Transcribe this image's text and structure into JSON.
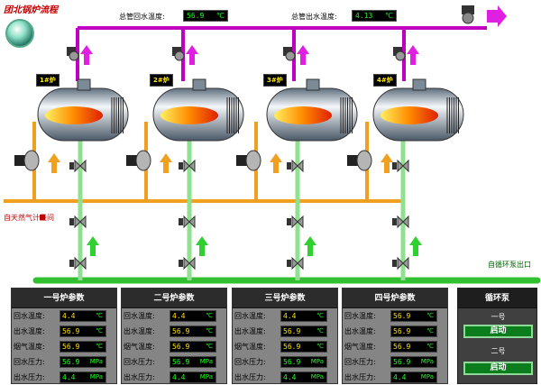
{
  "header": {
    "title": "团北锅炉流程"
  },
  "flow_readouts": [
    {
      "label": "总管回水温度:",
      "value": "56.9",
      "unit": "℃"
    },
    {
      "label": "总管出水温度:",
      "value": "4.13",
      "unit": "℃"
    }
  ],
  "boilers": [
    {
      "tag": "1#炉"
    },
    {
      "tag": "2#炉"
    },
    {
      "tag": "3#炉"
    },
    {
      "tag": "4#炉"
    }
  ],
  "side_labels": {
    "gas_line": "自天然气计量间",
    "circ_pump_out": "自循环泵出口"
  },
  "panels": [
    {
      "title": "一号炉参数",
      "rows": [
        {
          "label": "回水温度:",
          "value": "4.4",
          "unit": "℃",
          "color": "#ffe000"
        },
        {
          "label": "出水温度:",
          "value": "56.9",
          "unit": "℃",
          "color": "#ffe000"
        },
        {
          "label": "烟气温度:",
          "value": "56.9",
          "unit": "℃",
          "color": "#ffe000"
        },
        {
          "label": "回水压力:",
          "value": "56.9",
          "unit": "MPa",
          "color": "#20ff20"
        },
        {
          "label": "出水压力:",
          "value": "4.4",
          "unit": "MPa",
          "color": "#20ff20"
        }
      ]
    },
    {
      "title": "二号炉参数",
      "rows": [
        {
          "label": "回水温度:",
          "value": "4.4",
          "unit": "℃",
          "color": "#ffe000"
        },
        {
          "label": "出水温度:",
          "value": "56.9",
          "unit": "℃",
          "color": "#ffe000"
        },
        {
          "label": "烟气温度:",
          "value": "56.9",
          "unit": "℃",
          "color": "#ffe000"
        },
        {
          "label": "回水压力:",
          "value": "56.9",
          "unit": "MPa",
          "color": "#20ff20"
        },
        {
          "label": "出水压力:",
          "value": "4.4",
          "unit": "MPa",
          "color": "#20ff20"
        }
      ]
    },
    {
      "title": "三号炉参数",
      "rows": [
        {
          "label": "回水温度:",
          "value": "4.4",
          "unit": "℃",
          "color": "#ffe000"
        },
        {
          "label": "出水温度:",
          "value": "56.9",
          "unit": "℃",
          "color": "#ffe000"
        },
        {
          "label": "烟气温度:",
          "value": "56.9",
          "unit": "℃",
          "color": "#ffe000"
        },
        {
          "label": "回水压力:",
          "value": "56.9",
          "unit": "MPa",
          "color": "#20ff20"
        },
        {
          "label": "出水压力:",
          "value": "4.4",
          "unit": "MPa",
          "color": "#20ff20"
        }
      ]
    },
    {
      "title": "四号炉参数",
      "rows": [
        {
          "label": "回水温度:",
          "value": "56.9",
          "unit": "℃",
          "color": "#ffe000"
        },
        {
          "label": "出水温度:",
          "value": "56.9",
          "unit": "℃",
          "color": "#ffe000"
        },
        {
          "label": "烟气温度:",
          "value": "56.9",
          "unit": "℃",
          "color": "#ffe000"
        },
        {
          "label": "回水压力:",
          "value": "56.9",
          "unit": "MPa",
          "color": "#20ff20"
        },
        {
          "label": "出水压力:",
          "value": "4.4",
          "unit": "MPa",
          "color": "#20ff20"
        }
      ]
    }
  ],
  "pump_panel": {
    "title": "循环泵",
    "pumps": [
      {
        "label": "一号",
        "button": "启动"
      },
      {
        "label": "二号",
        "button": "启动"
      }
    ]
  },
  "colors": {
    "hot_pipe": "#c000c0",
    "return_pipe": "#90e090",
    "gas_pipe": "#f0a020",
    "main_pipe": "#30c030",
    "flame": "#ff6000",
    "arrow_up": "#30d030",
    "arrow_gas": "#f0a020",
    "arrow_out": "#e020e0"
  }
}
